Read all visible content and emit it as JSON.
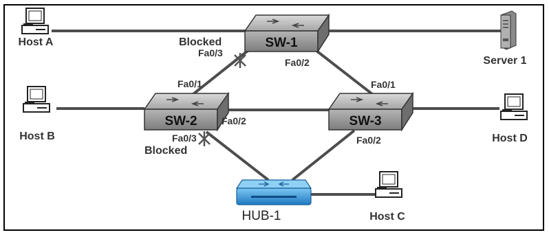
{
  "hosts": {
    "host_a": "Host A",
    "host_b": "Host B",
    "host_c": "Host C",
    "host_d": "Host D",
    "server_1": "Server 1"
  },
  "switches": {
    "sw1": "SW-1",
    "sw2": "SW-2",
    "sw3": "SW-3"
  },
  "hub": "HUB-1",
  "ports": {
    "sw1_fa03": "Fa0/3",
    "sw1_fa02": "Fa0/2",
    "sw2_fa01": "Fa0/1",
    "sw2_fa02": "Fa0/2",
    "sw2_fa03": "Fa0/3",
    "sw3_fa01": "Fa0/1",
    "sw3_fa02": "Fa0/2"
  },
  "status": {
    "blocked_sw1": "Blocked",
    "blocked_sw2": "Blocked"
  },
  "colors": {
    "link": "#4d4d4d",
    "switch_body": "#9a9a9a",
    "hub_body": "#2e8fd0"
  }
}
